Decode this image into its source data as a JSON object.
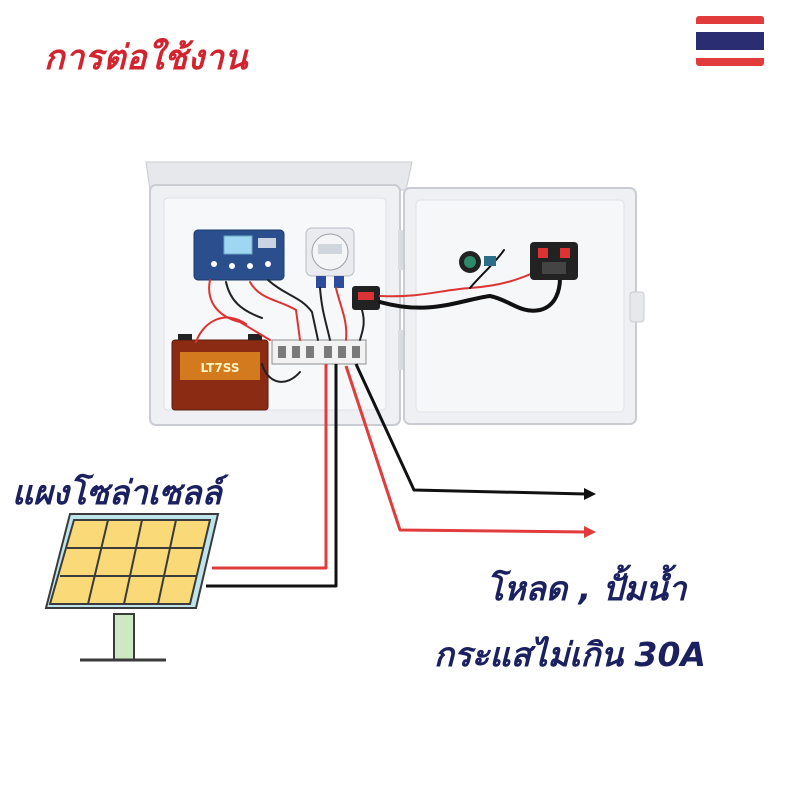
{
  "title": "การต่อใช้งาน",
  "flag": {
    "name": "thai-flag-icon",
    "colors": [
      "#e23b3b",
      "#ffffff",
      "#2b2d72",
      "#ffffff",
      "#e23b3b"
    ]
  },
  "solar_label": "แผงโซล่าเซลล์",
  "load_label_line1": "โหลด , ปั้มน้ำ",
  "load_label_line2": "กระแสไม่เกิน 30A",
  "battery_label": "LT7SS",
  "colors": {
    "title": "#d3232e",
    "label": "#1b2060",
    "wire_red": "#e23b3b",
    "wire_black": "#111111",
    "panel_cell": "#f9d978",
    "panel_frame": "#bfe5ec",
    "panel_stand": "#cfe8c4",
    "box": "#eef0f3"
  }
}
